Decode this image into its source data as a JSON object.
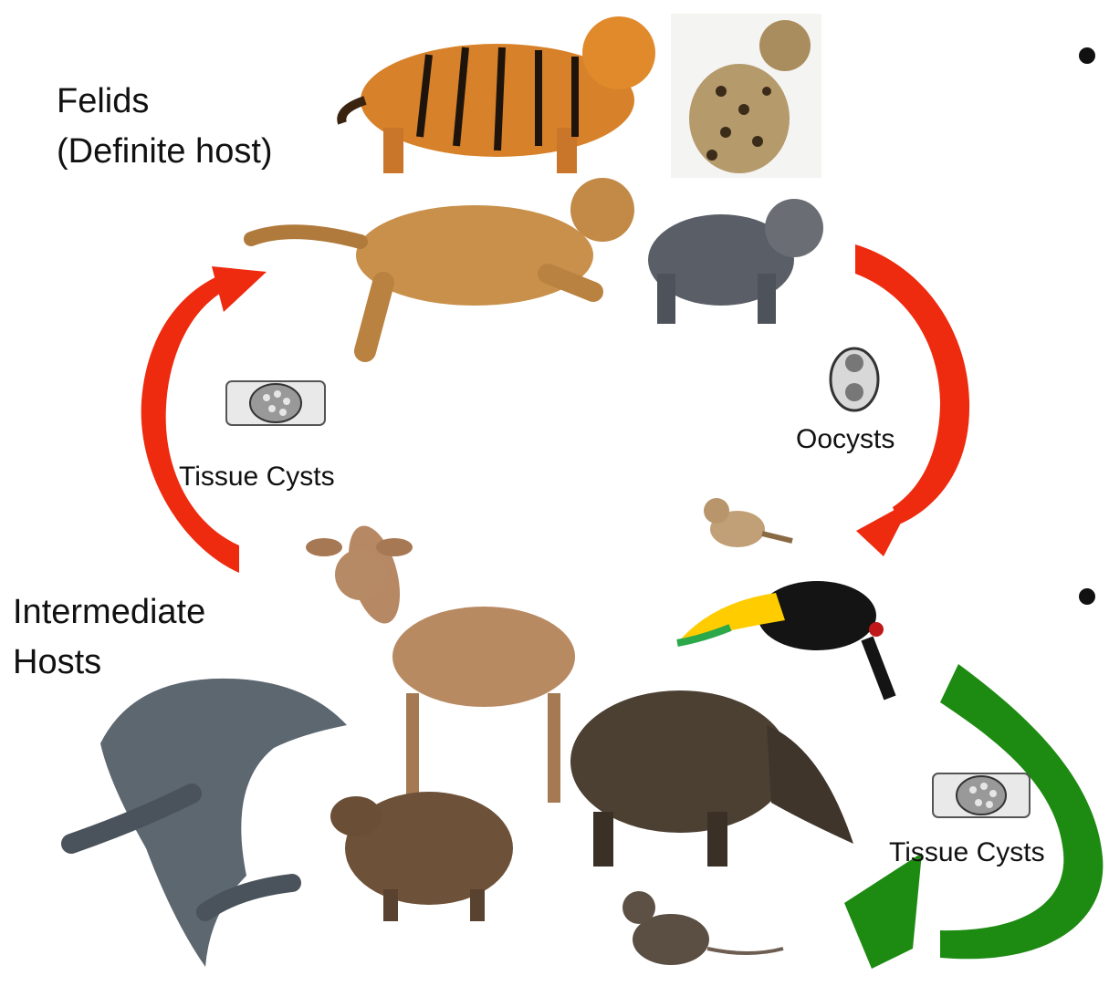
{
  "labels": {
    "felids_line1": "Felids",
    "felids_line2": "(Definite host)",
    "intermediate_line1": "Intermediate",
    "intermediate_line2": "Hosts",
    "tissue_cysts_left": "Tissue Cysts",
    "oocysts": "Oocysts",
    "tissue_cysts_right": "Tissue Cysts"
  },
  "colors": {
    "red_arrow": "#ee2a0f",
    "green_arrow": "#1d8a12"
  }
}
